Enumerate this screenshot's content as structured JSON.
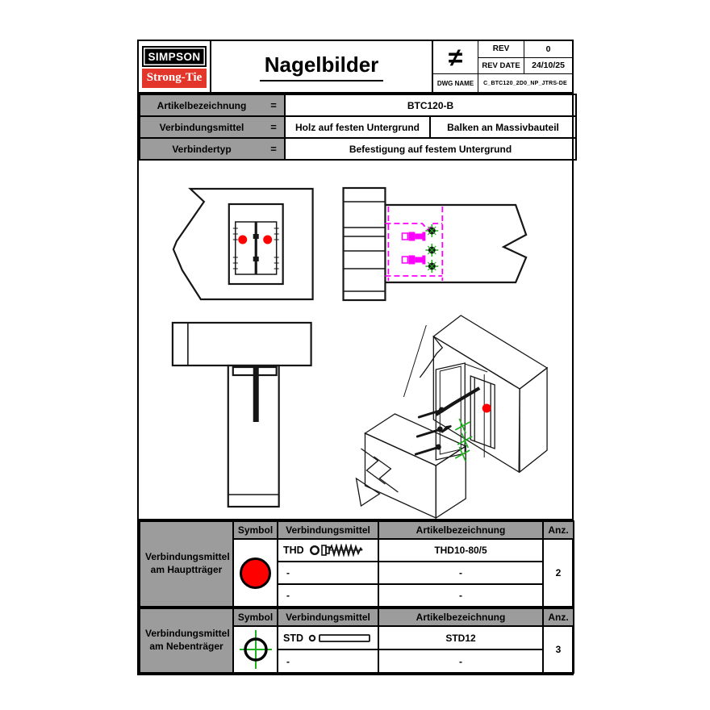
{
  "brand": {
    "line1": "SIMPSON",
    "line2": "Strong-Tie"
  },
  "title": "Nagelbilder",
  "rev_block": {
    "projection_symbol": "≠",
    "rows": [
      {
        "label": "REV",
        "value": "0"
      },
      {
        "label": "REV DATE",
        "value": "24/10/25"
      },
      {
        "label": "DWG NAME",
        "value": "C_BTC120_2D0_NP_JTRS-DE"
      }
    ]
  },
  "info_table": {
    "equals": "=",
    "rows": [
      {
        "label": "Artikelbezeichnung",
        "values": [
          "BTC120-B"
        ]
      },
      {
        "label": "Verbindungsmittel",
        "values": [
          "Holz auf festen Untergrund",
          "Balken an Massivbauteil"
        ]
      },
      {
        "label": "Verbindertyp",
        "values": [
          "Befestigung auf festem Untergrund"
        ]
      }
    ]
  },
  "fastener_tables": [
    {
      "section_label": "Verbindungsmittel am Hauptträger",
      "headers": [
        "Symbol",
        "Verbindungsmittel",
        "Artikelbezeichnung",
        "Anz."
      ],
      "symbol": "red-filled-circle",
      "rows": [
        {
          "code": "THD",
          "icon": "countersunk-screw-icon",
          "article": "THD10-80/5"
        },
        {
          "code": "-",
          "article": "-"
        },
        {
          "code": "-",
          "article": "-"
        }
      ],
      "count": "2"
    },
    {
      "section_label": "Verbindungsmittel am Nebenträger",
      "headers": [
        "Symbol",
        "Verbindungsmittel",
        "Artikelbezeichnung",
        "Anz."
      ],
      "symbol": "crosshair-circle",
      "rows": [
        {
          "code": "STD",
          "icon": "dowel-icon",
          "article": "STD12"
        },
        {
          "code": "-",
          "article": "-"
        }
      ],
      "count": "3"
    }
  ],
  "colors": {
    "brand_red": "#e2362a",
    "table_gray": "#9c9c9c",
    "symbol_red": "#ff0000",
    "connector_magenta": "#ff00ff",
    "dowel_green": "#1faf1f"
  }
}
